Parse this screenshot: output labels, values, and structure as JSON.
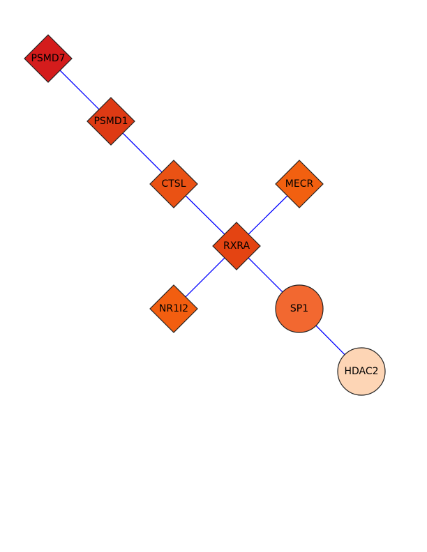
{
  "network": {
    "nodes": [
      {
        "id": "PSMD7",
        "label": "PSMD7",
        "shape": "diamond",
        "color": "#d41c1c"
      },
      {
        "id": "PSMD1",
        "label": "PSMD1",
        "shape": "diamond",
        "color": "#de3a14"
      },
      {
        "id": "CTSL",
        "label": "CTSL",
        "shape": "diamond",
        "color": "#ea5214"
      },
      {
        "id": "MECR",
        "label": "MECR",
        "shape": "diamond",
        "color": "#f26010"
      },
      {
        "id": "RXRA",
        "label": "RXRA",
        "shape": "diamond",
        "color": "#e44412"
      },
      {
        "id": "NR1I2",
        "label": "NR1I2",
        "shape": "diamond",
        "color": "#f25e10"
      },
      {
        "id": "SP1",
        "label": "SP1",
        "shape": "circle",
        "color": "#f26830"
      },
      {
        "id": "HDAC2",
        "label": "HDAC2",
        "shape": "circle",
        "color": "#fdd5b5"
      }
    ],
    "edges": [
      {
        "source": "PSMD7",
        "target": "PSMD1"
      },
      {
        "source": "PSMD1",
        "target": "CTSL"
      },
      {
        "source": "CTSL",
        "target": "RXRA"
      },
      {
        "source": "MECR",
        "target": "RXRA"
      },
      {
        "source": "RXRA",
        "target": "NR1I2"
      },
      {
        "source": "RXRA",
        "target": "SP1"
      },
      {
        "source": "SP1",
        "target": "HDAC2"
      }
    ],
    "edge_color": "#0000ff"
  }
}
